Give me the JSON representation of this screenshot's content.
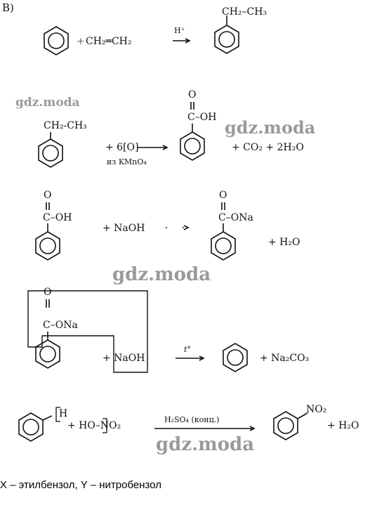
{
  "label": "В)",
  "reactions": [
    {
      "plus1": "+",
      "reagent": "CH₂═CH₂",
      "condition": "H⁺",
      "product_chain": "CH₂–CH₃"
    },
    {
      "reactant_chain": "CH₂-CH₃",
      "oxidant": "+ 6[O]",
      "oxidant_source": "из KMnO₄",
      "acid_group": "C–OH",
      "acid_oxygen": "O",
      "byproducts": "+ CO₂ + 2H₂O"
    },
    {
      "acid_group": "C–OH",
      "acid_oxygen": "O",
      "reagent": "+ NaOH",
      "salt_group": "C–ONa",
      "salt_oxygen": "O",
      "byproduct": "+ H₂O"
    },
    {
      "salt_group": "C–ONa",
      "salt_oxygen": "O",
      "reagent": "+ NaOH",
      "condition": "t°",
      "byproduct": "+ Na₂CO₃"
    },
    {
      "h_atom": "H",
      "reagent": "+ HO–NO₂",
      "condition": "H₂SO₄ (конц.)",
      "product_group": "NO₂",
      "byproduct": "+ H₂O"
    }
  ],
  "watermark": "gdz.moda",
  "conclusion": "X – этилбензол, Y – нитробензол"
}
